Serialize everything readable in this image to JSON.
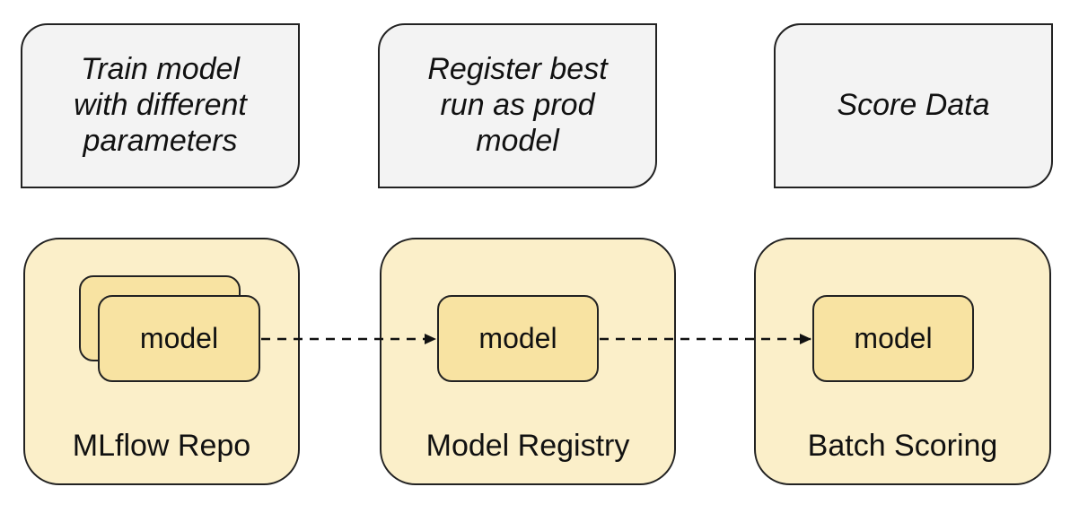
{
  "notes": [
    "Train model with different parameters",
    "Register best run as prod model",
    "Score Data"
  ],
  "note_lines": {
    "note1": [
      "Train model",
      "with different",
      "parameters"
    ],
    "note2": [
      "Register best",
      "run as prod",
      "model"
    ],
    "note3": [
      "Score Data"
    ]
  },
  "containers": {
    "mlflow_repo": "MLflow Repo",
    "model_registry": "Model Registry",
    "batch_scoring": "Batch Scoring"
  },
  "models": {
    "repo_model": "model",
    "registry_model": "model",
    "scoring_model": "model"
  },
  "colors": {
    "note_fill": "#f3f3f3",
    "container_fill": "#fbefc9",
    "model_fill": "#f8e3a2",
    "stroke": "#222222"
  }
}
